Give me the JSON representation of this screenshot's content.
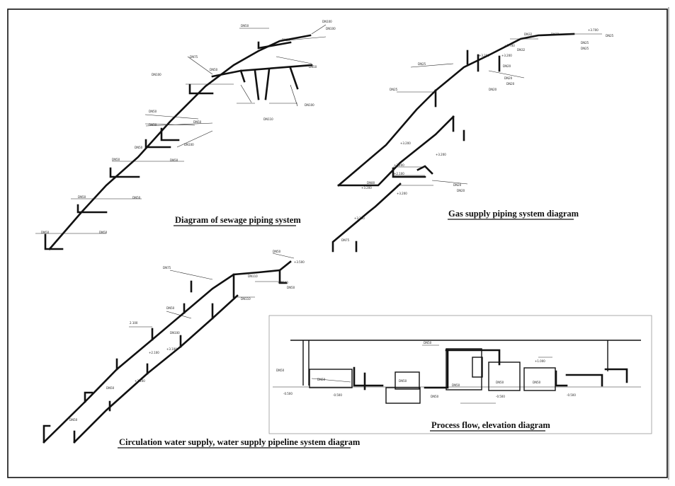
{
  "diagram_titles": {
    "sewage": "Diagram of sewage piping system",
    "gas": "Gas supply piping system diagram",
    "water": "Circulation water supply, water supply pipeline system diagram",
    "process": "Process flow, elevation diagram"
  },
  "colors": {
    "line": "#111111",
    "background": "#ffffff",
    "frame": "#111111"
  }
}
